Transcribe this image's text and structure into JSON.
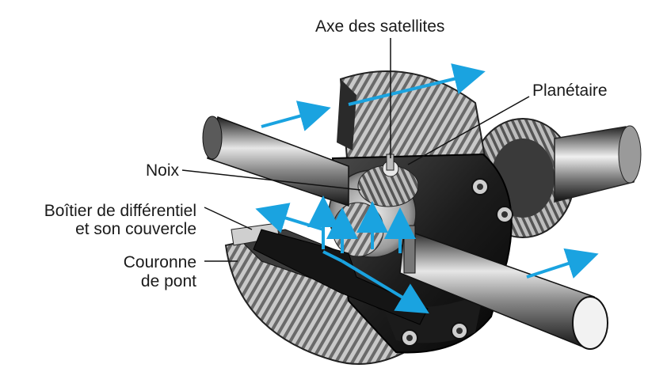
{
  "labels": {
    "axe_des_satellites": "Axe des satellites",
    "planetaire": "Planétaire",
    "noix": "Noix",
    "boitier_line1": "Boîtier de différentiel",
    "boitier_line2": "et son couvercle",
    "couronne_line1": "Couronne",
    "couronne_line2": "de pont"
  },
  "colors": {
    "arrow": "#1aa3e0",
    "metal_dark": "#2a2a2a",
    "metal_mid": "#7a7a7a",
    "metal_light": "#d9d9d9",
    "line": "#111111"
  }
}
